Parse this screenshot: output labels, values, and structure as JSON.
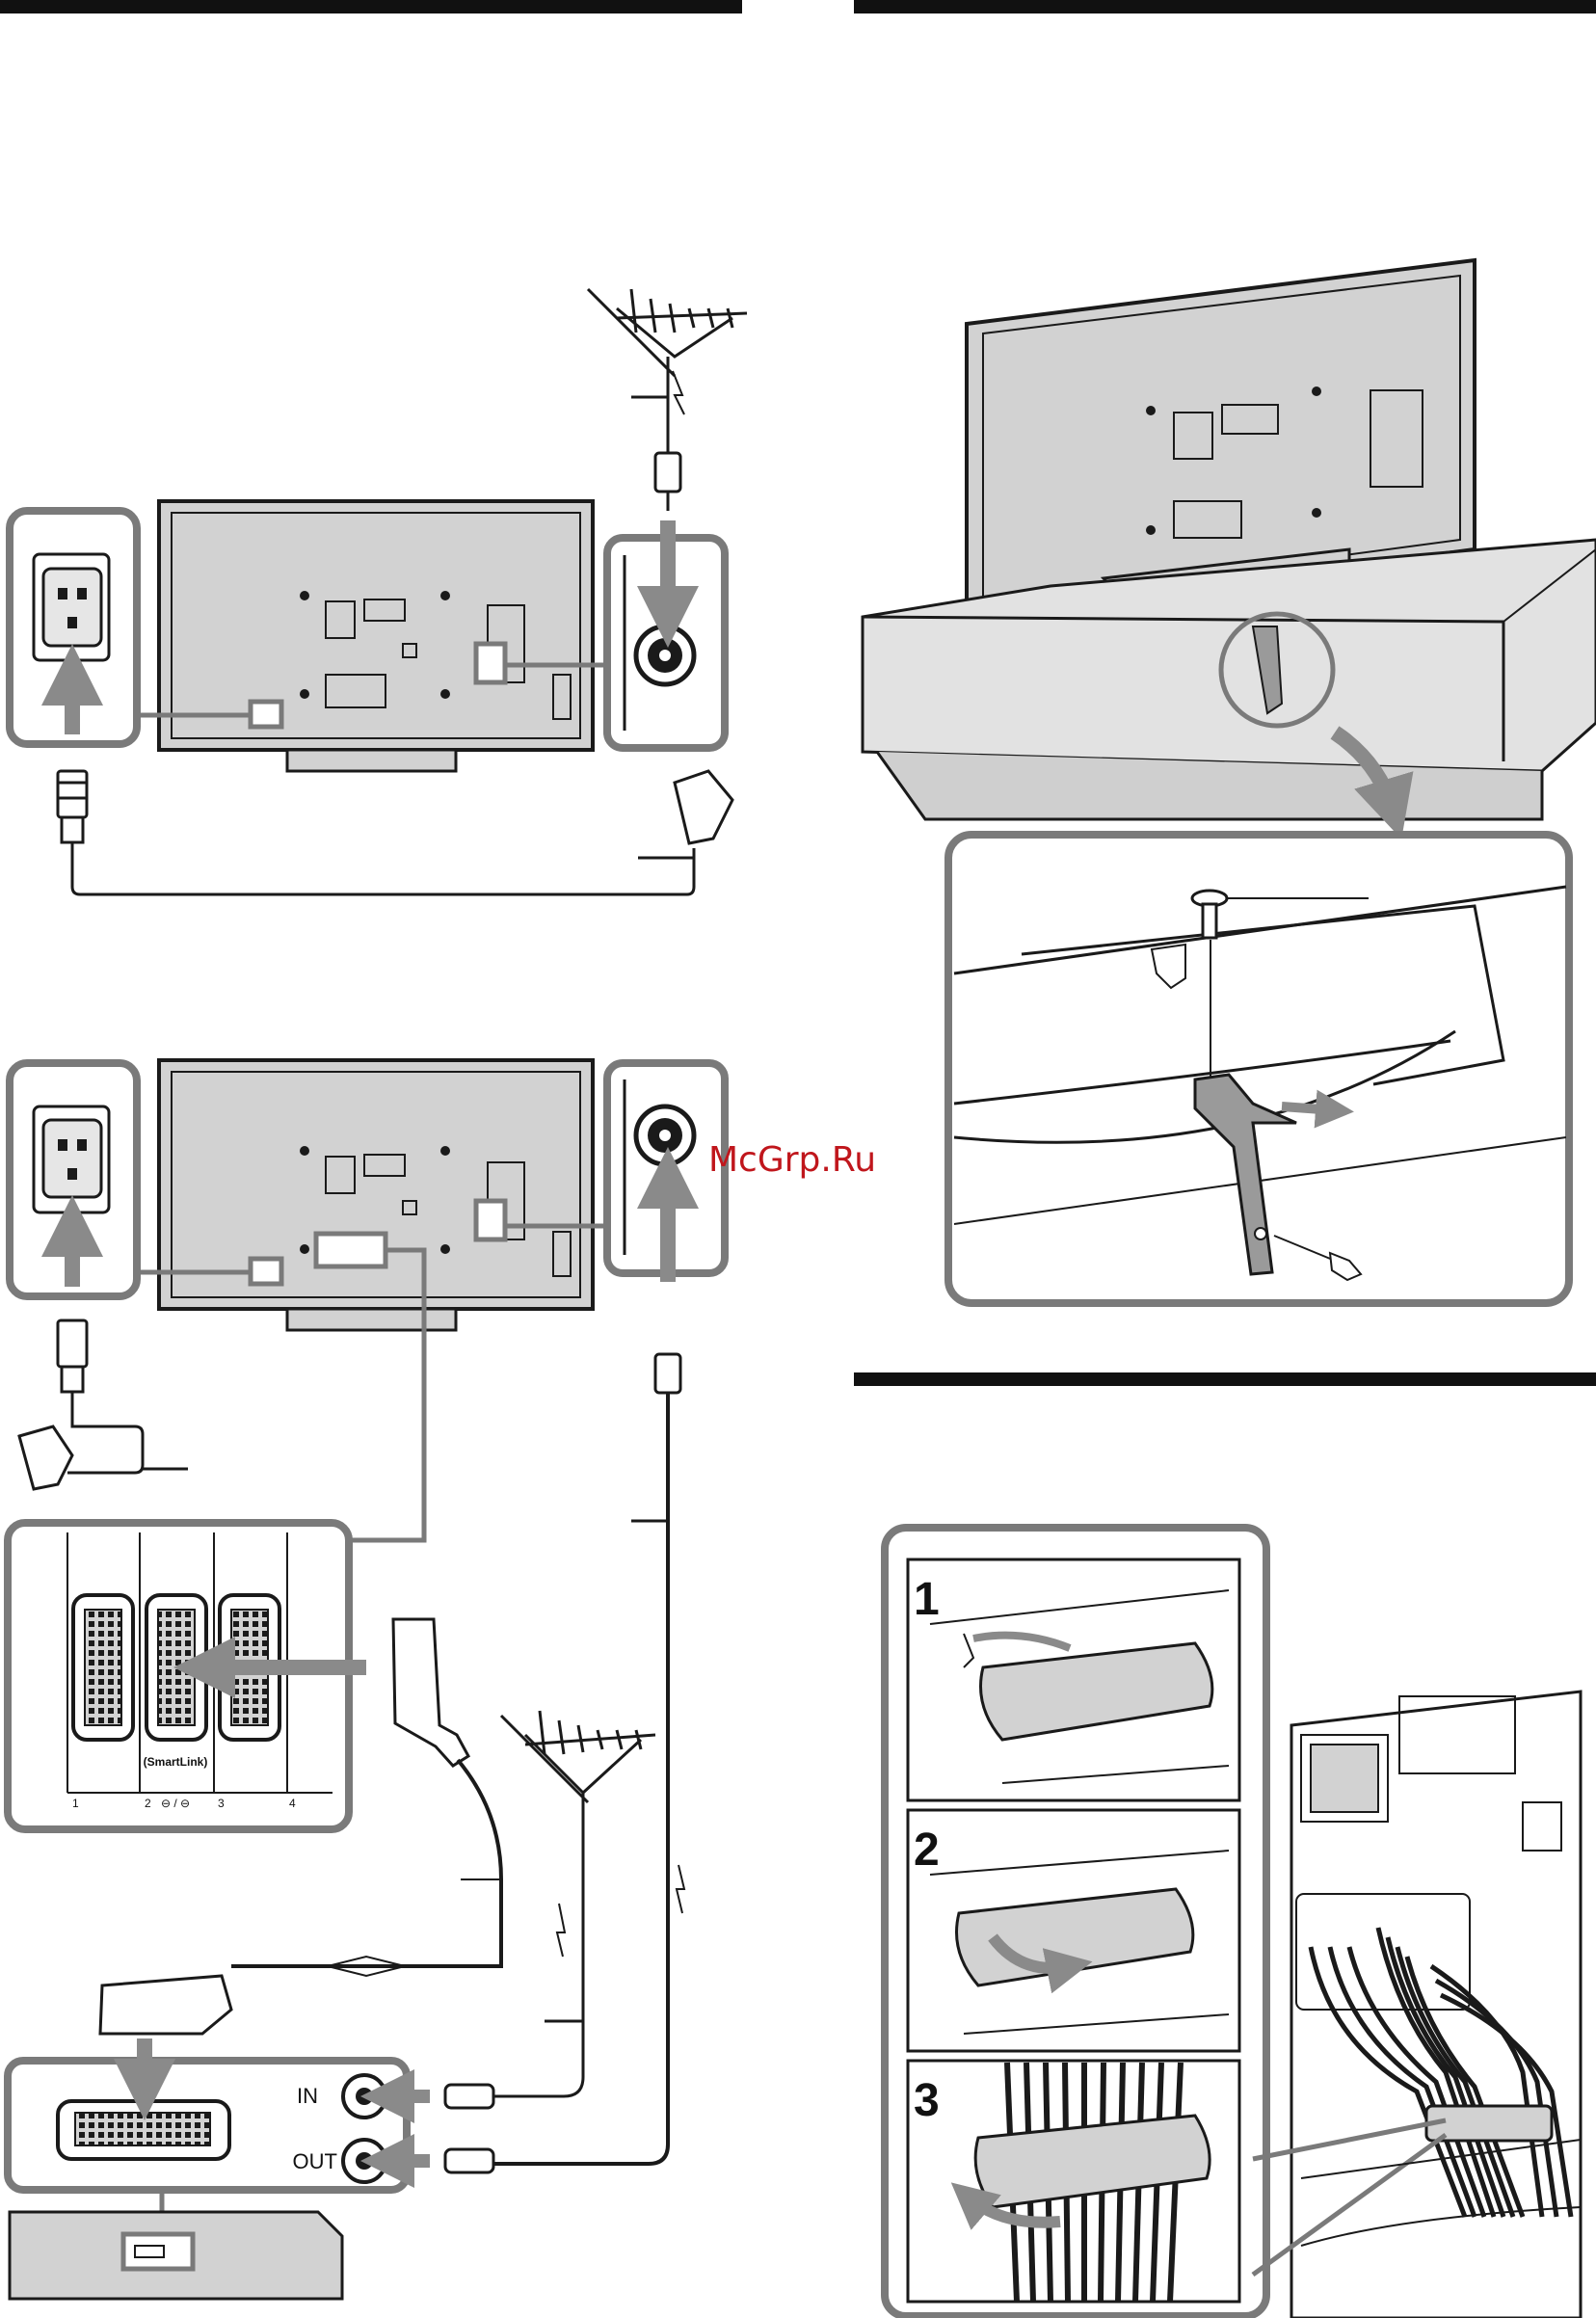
{
  "watermark": "McGrp.Ru",
  "colors": {
    "outline": "#1a1a1a",
    "panel_border": "#7a7a7a",
    "tv_back": "#d2d2d2",
    "arrow": "#8a8a8a",
    "watermark": "#c0161c"
  },
  "scart_panel": {
    "smartlink_label": "(SmartLink)",
    "port_numbers": [
      "1",
      "2",
      "3",
      "4"
    ],
    "port_symbol": "⊖ / ⊖"
  },
  "recorder_panel": {
    "in_label": "IN",
    "out_label": "OUT"
  },
  "cable_tie_steps": [
    "1",
    "2",
    "3"
  ]
}
